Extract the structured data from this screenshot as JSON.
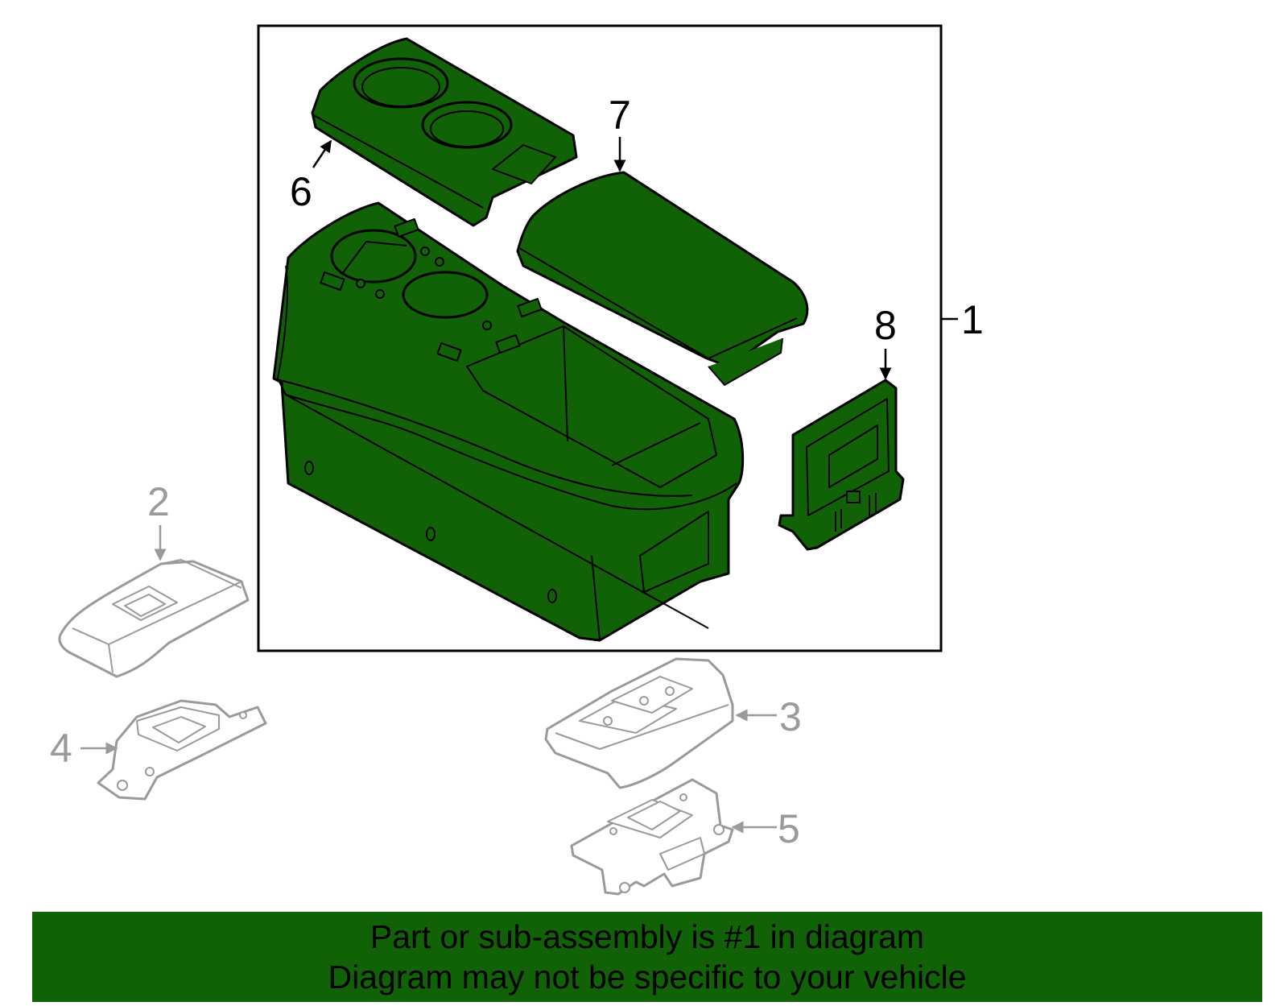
{
  "colors": {
    "part_fill": "#116106",
    "banner_fill": "#116106",
    "outline": "#000000",
    "context_outline": "#9a9a9a"
  },
  "callouts": {
    "c1": "1",
    "c2": "2",
    "c3": "3",
    "c4": "4",
    "c5": "5",
    "c6": "6",
    "c7": "7",
    "c8": "8"
  },
  "banner": {
    "line1": "Part or sub-assembly is #1 in diagram",
    "line2": "Diagram may not be specific to your vehicle"
  }
}
